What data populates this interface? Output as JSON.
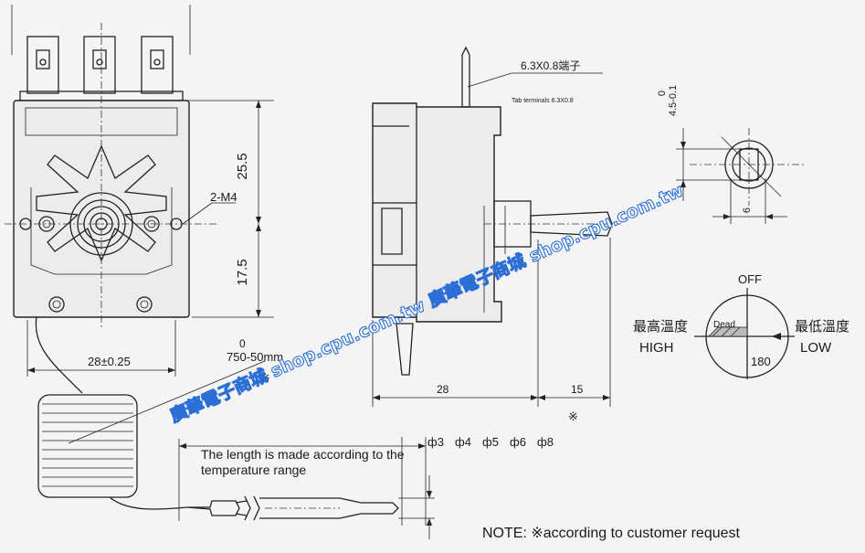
{
  "front_view": {
    "dim_25_5": "25.5",
    "dim_17_5": "17.5",
    "dim_28_tol": "28±0.25",
    "hole_note": "2-M4",
    "length_upper": "0",
    "length_range": "750-50mm",
    "mark": "※"
  },
  "side_view": {
    "terminal_label": "6.3X0.8端子",
    "terminal_label_en": "Tab terminals  6.3X0.8",
    "dim_28": "28",
    "dim_15": "15",
    "mark": "※"
  },
  "shaft_detail": {
    "tol_upper": "0",
    "tol_dim": "4.5-0.1",
    "dim_6": "6"
  },
  "dial": {
    "off": "OFF",
    "dead": "Dead",
    "high_cn": "最高溫度",
    "high_en": "HIGH",
    "low_cn": "最低溫度",
    "low_en": "LOW",
    "angle": "180"
  },
  "capillary": {
    "note_line1": "The length is made according to the",
    "note_line2": "temperature range",
    "diameters": [
      "ф3",
      "ф4",
      "ф5",
      "ф6",
      "ф8"
    ]
  },
  "note": "NOTE: ※according to customer request",
  "watermark": "廣華電子商城 shop.cpu.com.tw 廣華電子商城 shop.cpu.com.tw"
}
